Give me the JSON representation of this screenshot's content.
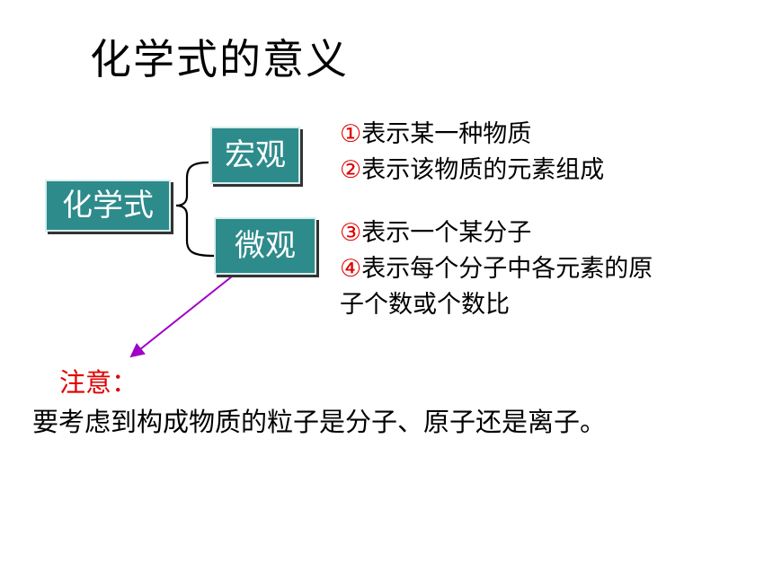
{
  "slide": {
    "title": "化学式的意义"
  },
  "diagram": {
    "root": "化学式",
    "macro": {
      "label": "宏观",
      "items": [
        {
          "marker": "①",
          "text": "表示某一种物质"
        },
        {
          "marker": "②",
          "text": "表示该物质的元素组成"
        }
      ]
    },
    "micro": {
      "label": "微观",
      "items": [
        {
          "marker": "③",
          "text": "表示一个某分子"
        },
        {
          "marker": "④",
          "text": "表示每个分子中各元素的原"
        }
      ],
      "continuation": "子个数或个数比"
    }
  },
  "note": {
    "label": "注意：",
    "text": "要考虑到构成物质的粒子是分子、原子还是离子。"
  },
  "colors": {
    "box": "#2e8b8b",
    "accent_red": "#e00000",
    "arrow": "#a000c8"
  }
}
